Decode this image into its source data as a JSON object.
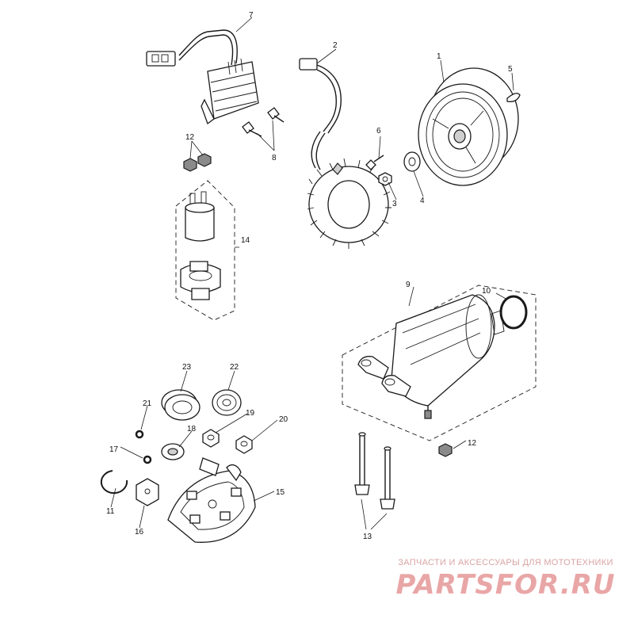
{
  "callouts": {
    "c1": "1",
    "c2": "2",
    "c3": "3",
    "c4": "4",
    "c5": "5",
    "c6": "6",
    "c7": "7",
    "c8": "8",
    "c9": "9",
    "c10": "10",
    "c11": "11",
    "c12a": "12",
    "c12b": "12",
    "c13": "13",
    "c14": "14",
    "c15": "15",
    "c16": "16",
    "c17": "17",
    "c18": "18",
    "c19": "19",
    "c20": "20",
    "c21": "21",
    "c22": "22",
    "c23": "23"
  },
  "watermark": {
    "tagline": "ЗАПЧАСТИ И АКСЕССУАРЫ ДЛЯ МОТОТЕХНИКИ",
    "brand": "PARTSFOR.RU"
  },
  "colors": {
    "line": "#1a1a1a",
    "watermark": "#e9a6a6"
  }
}
